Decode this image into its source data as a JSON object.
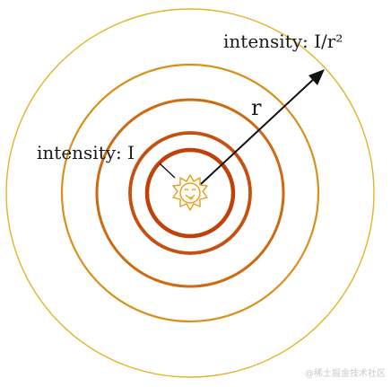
{
  "labels": {
    "intensity_near": "intensity: I",
    "intensity_far": "intensity: I/r²",
    "radius": "r"
  },
  "watermark": "@稀土掘金技术社区",
  "icons": {
    "source": "sun-icon"
  },
  "colors": {
    "ring_inner": "#c0410a",
    "ring_mid": "#d06a10",
    "ring_outer": "#e0b020",
    "sun": "#e0a020",
    "arrow": "#111111"
  }
}
